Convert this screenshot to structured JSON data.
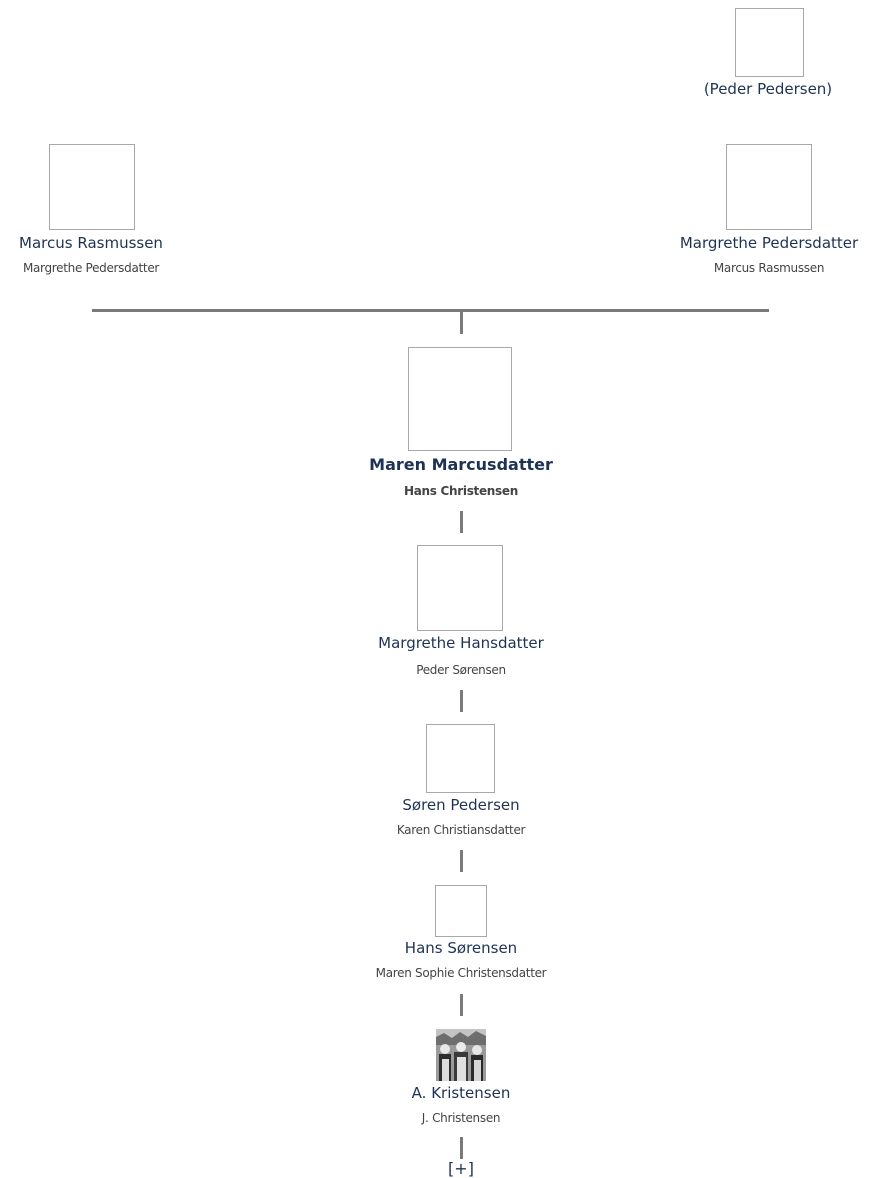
{
  "grand_ancestor": {
    "name": "(Peder Pedersen)"
  },
  "father": {
    "name": "Marcus Rasmussen",
    "spouse": "Margrethe Pedersdatter"
  },
  "mother": {
    "name": "Margrethe Pedersdatter",
    "spouse": "Marcus Rasmussen"
  },
  "focus": {
    "name": "Maren Marcusdatter",
    "spouse": "Hans Christensen"
  },
  "descendants": [
    {
      "name": "Margrethe Hansdatter",
      "spouse": "Peder Sørensen"
    },
    {
      "name": "Søren Pedersen",
      "spouse": "Karen Christiansdatter"
    },
    {
      "name": "Hans Sørensen",
      "spouse": "Maren Sophie Christensdatter"
    },
    {
      "name": "A. Kristensen",
      "spouse": "J. Christensen",
      "photo_icon": "family-photo"
    }
  ],
  "expand": {
    "label": "[+]"
  },
  "colors": {
    "name": "#1e3354",
    "spouse": "#444444",
    "line": "#7a7a7a",
    "box_border": "#a8a8a8"
  }
}
